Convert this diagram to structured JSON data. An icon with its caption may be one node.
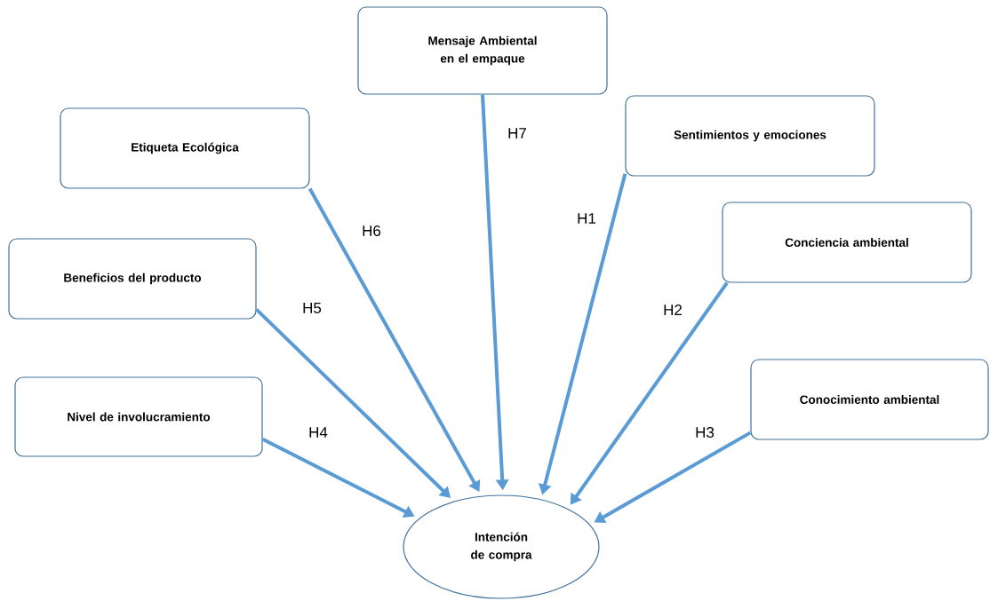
{
  "diagram": {
    "nodes": [
      {
        "text": [
          "Mensaje Ambiental en el empaque"
        ]
      },
      {
        "text": [
          "Etiqueta Ecológica"
        ]
      },
      {
        "text": [
          "Sentimientos y emociones"
        ]
      },
      {
        "text": [
          "Beneficios del producto"
        ]
      },
      {
        "text": [
          "Conciencia ambiental"
        ]
      },
      {
        "text": [
          "Nivel de involucramiento"
        ]
      },
      {
        "text": [
          "Conocimiento ambiental"
        ]
      },
      {
        "text": [
          "Intención de compra"
        ]
      }
    ],
    "edges": [
      {
        "from": 0,
        "to": 7,
        "arrow": "to",
        "label": "H7"
      },
      {
        "from": 1,
        "to": 7,
        "arrow": "to",
        "label": "H6"
      },
      {
        "from": 2,
        "to": 7,
        "arrow": "to",
        "label": "H1"
      },
      {
        "from": 3,
        "to": 7,
        "arrow": "to",
        "label": "H5"
      },
      {
        "from": 4,
        "to": 7,
        "arrow": "to",
        "label": "H2"
      },
      {
        "from": 5,
        "to": 7,
        "arrow": "to",
        "label": "H4"
      },
      {
        "from": 6,
        "to": 7,
        "arrow": "to",
        "label": "H3"
      }
    ]
  }
}
